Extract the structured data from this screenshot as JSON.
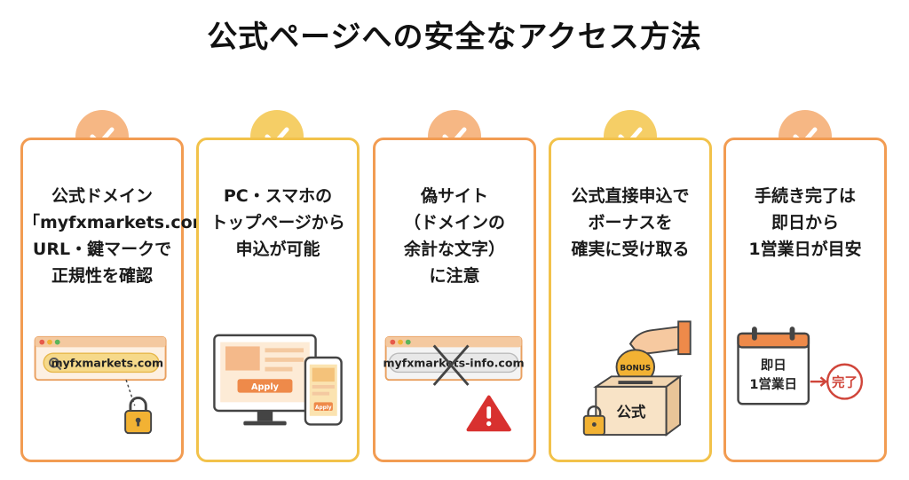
{
  "title": "公式ページへの安全なアクセス方法",
  "cards": [
    {
      "lines": [
        "公式ドメイン",
        "「myfxmarkets.com」",
        "URL・鍵マークで",
        "正規性を確認"
      ],
      "illustration": {
        "url": "myfxmarkets.com"
      }
    },
    {
      "lines": [
        "PC・スマホの",
        "トップページから",
        "申込が可能"
      ],
      "illustration": {
        "pc_button": "Apply",
        "phone_button": "Apply"
      }
    },
    {
      "lines": [
        "偽サイト",
        "（ドメインの",
        "余計な文字）",
        "に注意"
      ],
      "illustration": {
        "url": "myfxmarkets-info.com"
      }
    },
    {
      "lines": [
        "公式直接申込で",
        "ボーナスを",
        "確実に受け取る"
      ],
      "illustration": {
        "coin": "BONUS",
        "box": "公式"
      }
    },
    {
      "lines": [
        "手続き完了は",
        "即日から",
        "1営業日が目安"
      ],
      "illustration": {
        "calendar": [
          "即日",
          "1営業日"
        ],
        "stamp": "完了"
      }
    }
  ],
  "colors": {
    "orange": "#f29c52",
    "yellow": "#f2c24a",
    "lock": "#f2b233",
    "warning": "#d8312f",
    "stamp": "#d0453a"
  }
}
